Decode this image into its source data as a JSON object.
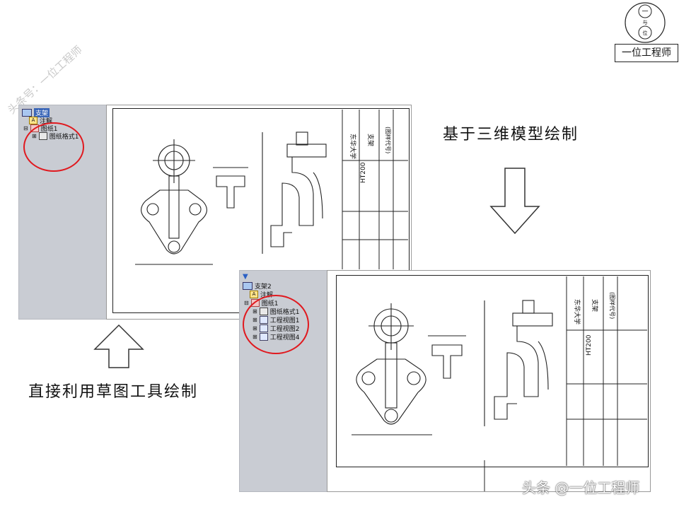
{
  "watermark": {
    "text": "头条号：一位工程师"
  },
  "logo": {
    "label": "一位工程师",
    "glyph_top": "一",
    "glyph_mid": "与",
    "glyph_bottom": "位"
  },
  "captions": {
    "model_based": "基于三维模型绘制",
    "sketch_based": "直接利用草图工具绘制"
  },
  "footer": {
    "text": "头条 @一位工程师"
  },
  "tree1": {
    "root": "支架",
    "items": [
      {
        "label": "注解",
        "icon": "annotation-icon"
      },
      {
        "label": "图纸1",
        "icon": "sheet-icon"
      },
      {
        "label": "图纸格式1",
        "icon": "sheet-format-icon"
      }
    ]
  },
  "tree2": {
    "root": "支架2",
    "items": [
      {
        "label": "注解",
        "icon": "annotation-icon"
      },
      {
        "label": "图纸1",
        "icon": "sheet-icon"
      },
      {
        "label": "图纸格式1",
        "icon": "sheet-format-icon"
      },
      {
        "label": "工程视图1",
        "icon": "drawing-view-icon"
      },
      {
        "label": "工程视图2",
        "icon": "drawing-view-icon"
      },
      {
        "label": "工程视图4",
        "icon": "drawing-view-icon"
      }
    ]
  },
  "title_block": {
    "school": "东华大学",
    "part": "支架",
    "code": "(图样代号)",
    "material": "HT200"
  },
  "colors": {
    "annotation": "#e0191f",
    "panel": "#c9ccd3",
    "ink": "#222222"
  }
}
